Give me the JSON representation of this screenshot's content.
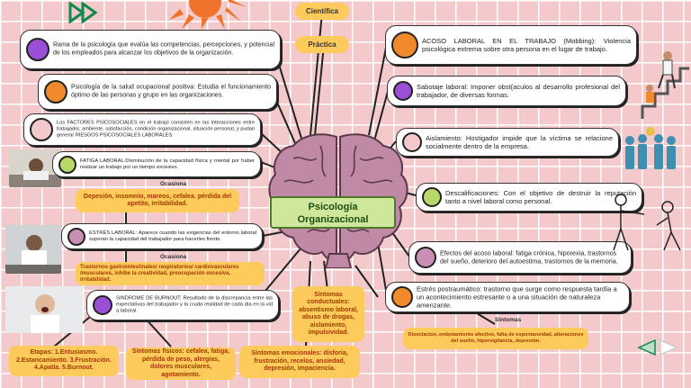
{
  "center": {
    "title_line1": "Psicología",
    "title_line2": "Organizacional"
  },
  "top_pills": {
    "cientifica": "Científica",
    "practica": "Práctica"
  },
  "left": {
    "definition": "Rama de la psicología que evalúa las competencias, percepciones, y potencial de los empleados para alcanzar los objetivos de la organización.",
    "salud": "Psicología de la salud ocupacional positiva: Estudia el funcionamiento óptimo de las personas y grupo en las organizaciones.",
    "factores": "Los FACTORES PSICOSOCIALES en el trabajo consisten en las interacciones entre trabajador, ambiente, satisfacción, condición organizacional, situación personal, y pudan generar RIESGOS PSICOSOCIALES LABORALES:",
    "fatiga": "FATIGA LABORAL:Disminución de la capacidad física y mental por haber realizar un trabajo por un tiempo excesivo.",
    "fatiga_tag": "Ocasiona",
    "fatiga_effects": "Depesión, insomnio, mareos, cefalea. pérdida del apetito, irritabilidad.",
    "estres": "ESTRÉS LABORAL: Aparece cuando las exigencias del entorno laboral superan la capacidad del trabajador para hacerles frente.",
    "estres_tag": "Ocasiona",
    "estres_effects": "Trastornos gastrointestinales/ respiratorios/ cardiovasculares /musculares, inhibe la creatividad, preocupación excesiva, irritabilidad.",
    "burnout": "SINDROME DE BURNOUT: Resultado de la discrepancia entre las expectativas del trabajador y la cruda realidad de cada día en la vid a laboral.",
    "etapas": "Etapas: 1.Entusiasmo. 2.Estancamiento. 3.Frustración. 4.Apatía. 5.Burnout.",
    "fisicos": "Síntomas físicos: cefalea, fatiga, pérdida de peso, alergias, dolores musculares, agotamiento.",
    "conductuales": "Síntomas conductuales: absentismo laboral, abuso de drogas, aislamiento, impulsividad.",
    "emocionales": "Síntomas emocionales: disforia, frustración, recelos, ansiedad, depresión, impaciencia."
  },
  "right": {
    "acoso": "ACOSO LABORAL EN EL TRABAJO (Mobbing): Violencia psicológica extrema sobre otra persona en el lugar de trabajo.",
    "sabotaje": "Sabotaje laboral: Imponer obst{aculos al desarrollo profesional del trabajador, de diversas formas.",
    "aislamiento": "Aislamiento: Hostigador impide que la víctima se relacione socialmente dentro de la empresa.",
    "descalificaciones": "Descalificaciones: Con el objetivo de destruir la reputación tanto a nivel laboral como personal.",
    "efectos": "Efectos del acoso laboral: fatiga crónica, hiporexia, trastornos del sueño, deterioro del autoestima, trastornos de la memoria.",
    "postrauma": "Estrés postraumático: trastorno que surge como respuesta tardía a un acontecimiento estresante o a una situación de naturaleza amenzante.",
    "sintomas_tag": "Síntomas",
    "sintomas": "Disociacion, embotamiento afectivo, falta de espontaneidad, alteraciones del sueño, hipervigilancia, depresión."
  },
  "colors": {
    "background": "#f4c9cc",
    "accent_yellow": "#fccb5c",
    "purple": "#9b4fd6",
    "orange": "#f08a2b",
    "green": "#b9d86a",
    "mauve": "#c98eb4",
    "brain": "#b8859f",
    "center_box": "#cfe79a"
  },
  "icons": [
    "play-forward-icon",
    "sun-icon",
    "brain-icon",
    "back-arrow-icon",
    "forward-arrow-icon"
  ]
}
